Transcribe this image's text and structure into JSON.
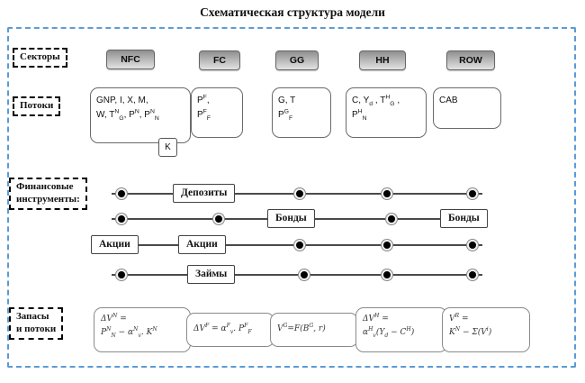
{
  "title": "Схематическая структура модели",
  "side_labels": {
    "sectors": "Секторы",
    "flows": "Потоки",
    "instruments_line1": "Финансовые",
    "instruments_line2": "инструменты:",
    "stocks_line1": "Запасы",
    "stocks_line2": "и потоки"
  },
  "sectors": [
    "NFC",
    "FC",
    "GG",
    "HH",
    "ROW"
  ],
  "flows": {
    "nfc": {
      "line1": "GNP, I, X, M,",
      "line2": "W, T^{N}_{G}, P^{N}, P^{N}_{N}",
      "k": "K"
    },
    "fc": {
      "line1": "P^{F},",
      "line2": "P^{F}_{F}"
    },
    "gg": {
      "line1": "G, T",
      "line2": "P^{G}_{F}"
    },
    "hh": {
      "line1": "C, Y_{d} , T^{H}_{G} ,",
      "line2": "P^{H}_{N}"
    },
    "row": {
      "line1": "CAB"
    }
  },
  "instruments": {
    "deposits": "Депозиты",
    "bonds_mid": "Бонды",
    "bonds_right": "Бонды",
    "shares_left": "Акции",
    "shares_mid": "Акции",
    "loans": "Займы"
  },
  "equations": {
    "nfc_l1": "ΔV^{N} =",
    "nfc_l2": "P^{N}_{N} − α^{N}_{v}. K^{N}",
    "fc": "ΔV^{F} = α^{F}_{v}. P^{F}_{F}",
    "gg": "V^{G}=F(B^{G}, r)",
    "hh_l1": "ΔV^{H} =",
    "hh_l2": "α^{H}_{v}(Y_{d} − C^{H})",
    "row_l1": "V^{R} =",
    "row_l2": "K^{N} − Σ(V^{i})"
  },
  "colors": {
    "frame_dash": "#5b9bd5",
    "sector_gradient_top": "#8f8f8f",
    "sector_gradient_bottom": "#e2e2e2"
  }
}
